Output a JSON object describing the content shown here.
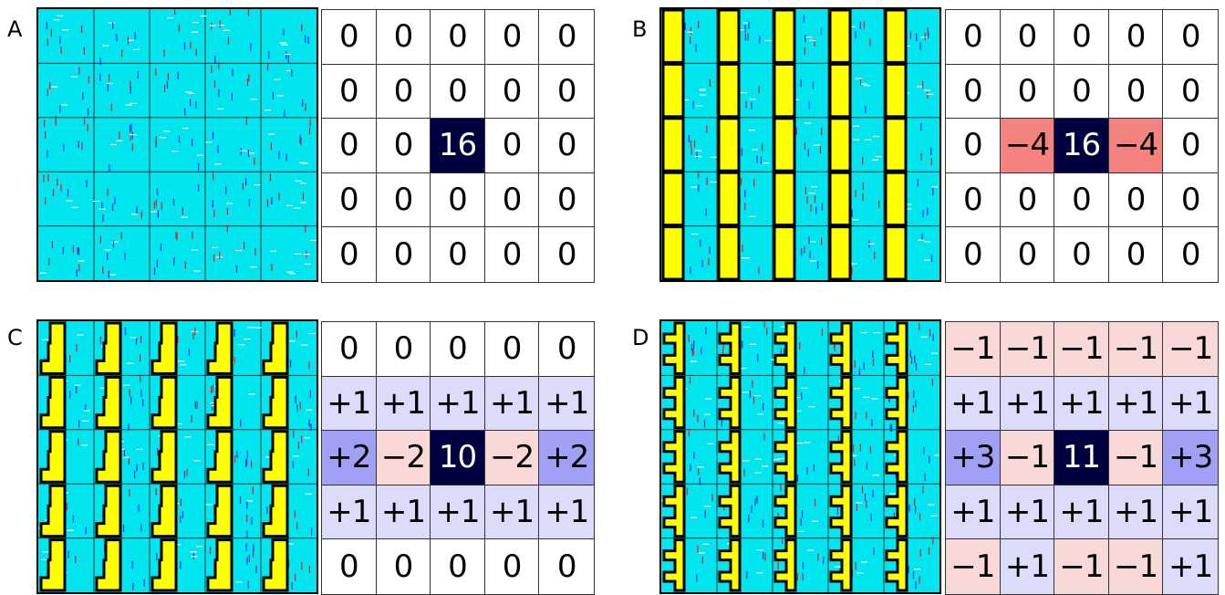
{
  "colors": {
    "lattice_bg": "#00e5ee",
    "bar_fill": "#ffff00",
    "bar_stroke": "#000000",
    "arrow_up": "#e0202a",
    "arrow_down": "#1a2fe0",
    "arrow_side": "#ffffff",
    "center_cell": "#000040",
    "neg_strong": "#f4827e",
    "neg_light": "#f9d8d8",
    "pos_light": "#dcdcfa",
    "pos_strong": "#a0a0f4",
    "plain": "#ffffff"
  },
  "panels": [
    {
      "letter": "A",
      "lattice_pattern": "plain",
      "matrix": [
        [
          "0",
          "0",
          "0",
          "0",
          "0"
        ],
        [
          "0",
          "0",
          "0",
          "0",
          "0"
        ],
        [
          "0",
          "0",
          "16",
          "0",
          "0"
        ],
        [
          "0",
          "0",
          "0",
          "0",
          "0"
        ],
        [
          "0",
          "0",
          "0",
          "0",
          "0"
        ]
      ],
      "shades": [
        [
          "plain",
          "plain",
          "plain",
          "plain",
          "plain"
        ],
        [
          "plain",
          "plain",
          "plain",
          "plain",
          "plain"
        ],
        [
          "plain",
          "plain",
          "center_cell",
          "plain",
          "plain"
        ],
        [
          "plain",
          "plain",
          "plain",
          "plain",
          "plain"
        ],
        [
          "plain",
          "plain",
          "plain",
          "plain",
          "plain"
        ]
      ]
    },
    {
      "letter": "B",
      "lattice_pattern": "bars",
      "matrix": [
        [
          "0",
          "0",
          "0",
          "0",
          "0"
        ],
        [
          "0",
          "0",
          "0",
          "0",
          "0"
        ],
        [
          "0",
          "−4",
          "16",
          "−4",
          "0"
        ],
        [
          "0",
          "0",
          "0",
          "0",
          "0"
        ],
        [
          "0",
          "0",
          "0",
          "0",
          "0"
        ]
      ],
      "shades": [
        [
          "plain",
          "plain",
          "plain",
          "plain",
          "plain"
        ],
        [
          "plain",
          "plain",
          "plain",
          "plain",
          "plain"
        ],
        [
          "plain",
          "neg_strong",
          "center_cell",
          "neg_strong",
          "plain"
        ],
        [
          "plain",
          "plain",
          "plain",
          "plain",
          "plain"
        ],
        [
          "plain",
          "plain",
          "plain",
          "plain",
          "plain"
        ]
      ]
    },
    {
      "letter": "C",
      "lattice_pattern": "steps",
      "matrix": [
        [
          "0",
          "0",
          "0",
          "0",
          "0"
        ],
        [
          "+1",
          "+1",
          "+1",
          "+1",
          "+1"
        ],
        [
          "+2",
          "−2",
          "10",
          "−2",
          "+2"
        ],
        [
          "+1",
          "+1",
          "+1",
          "+1",
          "+1"
        ],
        [
          "0",
          "0",
          "0",
          "0",
          "0"
        ]
      ],
      "shades": [
        [
          "plain",
          "plain",
          "plain",
          "plain",
          "plain"
        ],
        [
          "pos_light",
          "pos_light",
          "pos_light",
          "pos_light",
          "pos_light"
        ],
        [
          "pos_strong",
          "neg_light",
          "center_cell",
          "neg_light",
          "pos_strong"
        ],
        [
          "pos_light",
          "pos_light",
          "pos_light",
          "pos_light",
          "pos_light"
        ],
        [
          "plain",
          "plain",
          "plain",
          "plain",
          "plain"
        ]
      ]
    },
    {
      "letter": "D",
      "lattice_pattern": "tees",
      "matrix": [
        [
          "−1",
          "−1",
          "−1",
          "−1",
          "−1"
        ],
        [
          "+1",
          "+1",
          "+1",
          "+1",
          "+1"
        ],
        [
          "+3",
          "−1",
          "11",
          "−1",
          "+3"
        ],
        [
          "+1",
          "+1",
          "+1",
          "+1",
          "+1"
        ],
        [
          "−1",
          "+1",
          "−1",
          "−1",
          "+1"
        ]
      ],
      "shades": [
        [
          "neg_light",
          "neg_light",
          "neg_light",
          "neg_light",
          "neg_light"
        ],
        [
          "pos_light",
          "pos_light",
          "pos_light",
          "pos_light",
          "pos_light"
        ],
        [
          "pos_strong",
          "neg_light",
          "center_cell",
          "neg_light",
          "pos_strong"
        ],
        [
          "pos_light",
          "pos_light",
          "pos_light",
          "pos_light",
          "pos_light"
        ],
        [
          "neg_light",
          "pos_light",
          "neg_light",
          "neg_light",
          "pos_light"
        ]
      ]
    }
  ]
}
